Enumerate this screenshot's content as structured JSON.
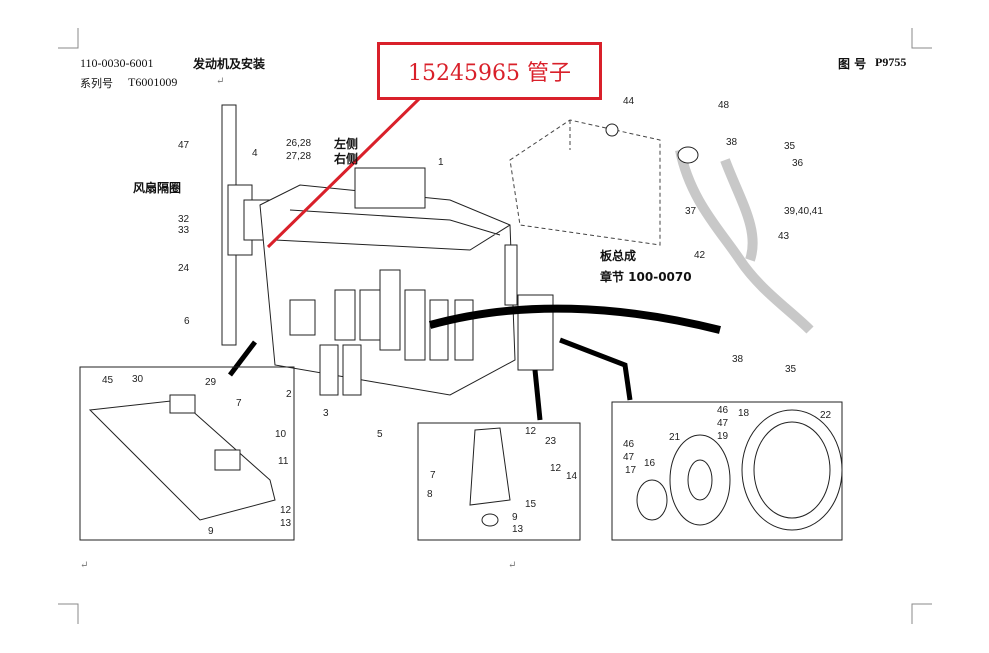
{
  "header": {
    "part_code": "110-0030-6001",
    "title": "发动机及安装",
    "series_label": "系列号",
    "series_value": "T6001009",
    "figure_label": "图 号",
    "figure_number": "P9755"
  },
  "callout": {
    "text": "15245965  管子",
    "color": "#d9202a"
  },
  "diagram_labels": {
    "fan_spacer": "风扇隔圈",
    "left_side": "左侧",
    "right_side": "右侧",
    "panel_assembly": "板总成",
    "section_ref": "章节 100-0070",
    "main": [
      "47",
      "4",
      "26,28",
      "27,28",
      "1",
      "32",
      "33",
      "24",
      "6",
      "44",
      "48",
      "38",
      "35",
      "36",
      "37",
      "39,40,41",
      "43",
      "42",
      "38",
      "35",
      "2",
      "3",
      "5"
    ],
    "detail_left": [
      "45",
      "30",
      "29",
      "7",
      "10",
      "11",
      "12",
      "13",
      "9"
    ],
    "detail_middle": [
      "12",
      "23",
      "7",
      "8",
      "12",
      "14",
      "15",
      "9",
      "13"
    ],
    "detail_right": [
      "46",
      "47",
      "18",
      "22",
      "19",
      "46",
      "47",
      "21",
      "16",
      "17"
    ]
  },
  "return_mark": "↵"
}
